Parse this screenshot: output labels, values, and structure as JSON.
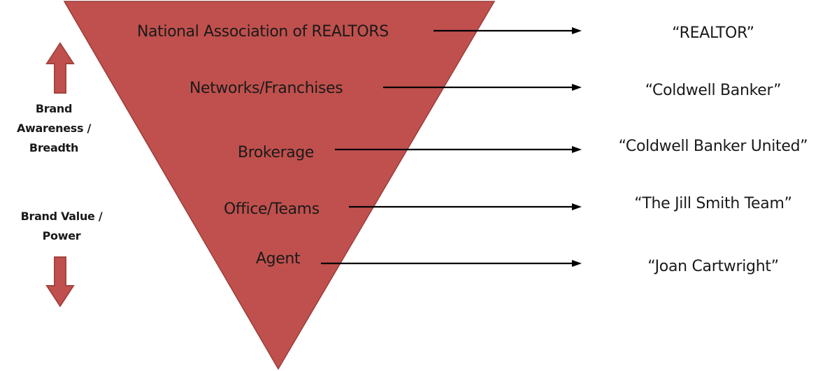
{
  "colors": {
    "triangle_fill": "#c0504d",
    "triangle_stroke": "#9b3d3a",
    "arrow": "#000000",
    "side_arrow_fill": "#c0504d",
    "side_arrow_stroke": "#a5423f"
  },
  "levels": [
    {
      "label": "National Association of REALTORS",
      "brand": "“REALTOR”"
    },
    {
      "label": "Networks/Franchises",
      "brand": "“Coldwell Banker”"
    },
    {
      "label": "Brokerage",
      "brand": "“Coldwell Banker United”"
    },
    {
      "label": "Office/Teams",
      "brand": "“The Jill Smith Team”"
    },
    {
      "label": "Agent",
      "brand": "“Joan Cartwright”"
    }
  ],
  "side": {
    "top_label": "Brand Awareness / Breadth",
    "bottom_label": "Brand Value / Power",
    "top_arrow_icon": "arrow-up-icon",
    "bottom_arrow_icon": "arrow-down-icon"
  }
}
